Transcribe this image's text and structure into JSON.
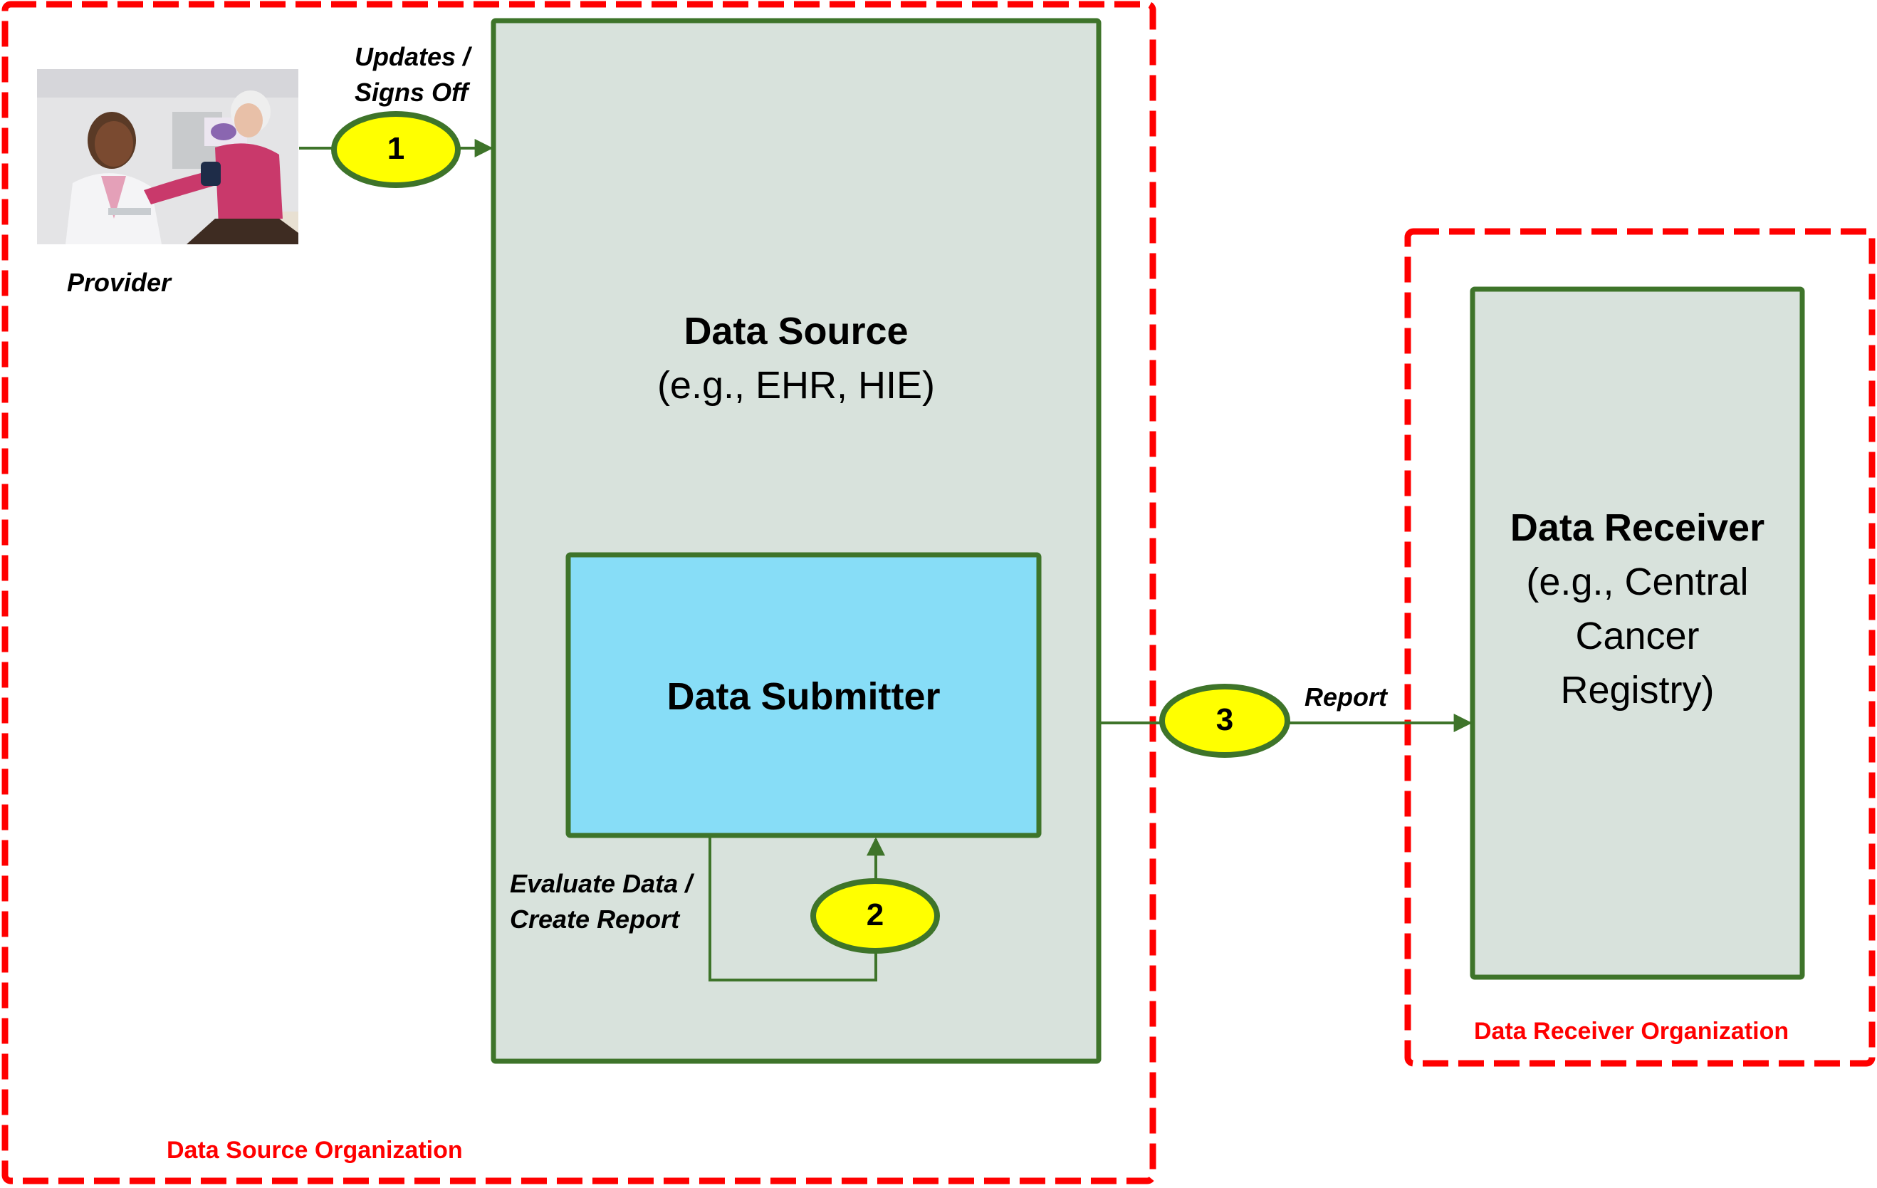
{
  "diagram": {
    "organizations": {
      "source": {
        "label": "Data Source Organization"
      },
      "receiver": {
        "label": "Data Receiver Organization"
      }
    },
    "provider": {
      "label": "Provider",
      "image_description": "doctor taking patient's blood pressure"
    },
    "data_source": {
      "title": "Data Source",
      "subtitle": "(e.g., EHR, HIE)"
    },
    "data_submitter": {
      "title": "Data Submitter"
    },
    "data_receiver": {
      "title": "Data Receiver",
      "subtitle_lines": [
        "(e.g., Central",
        "Cancer",
        "Registry)"
      ]
    },
    "steps": [
      {
        "number": "1",
        "label_lines": [
          "Updates /",
          "Signs Off"
        ]
      },
      {
        "number": "2",
        "label_lines": [
          "Evaluate Data /",
          "Create Report"
        ]
      },
      {
        "number": "3",
        "label_lines": [
          "Report"
        ]
      }
    ],
    "colors": {
      "org_border": "#ff0000",
      "box_border": "#3e742a",
      "box_fill": "#d8e2dc",
      "submitter_fill": "#87ddf7",
      "step_fill": "#ffff00",
      "step_border": "#3e742a"
    }
  }
}
